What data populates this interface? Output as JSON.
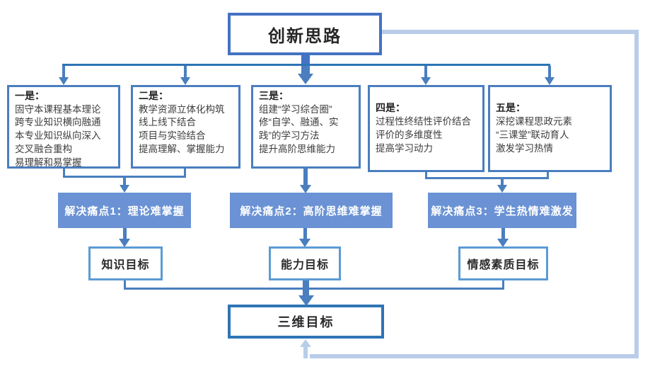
{
  "diagram": {
    "title": "创新思路",
    "strategies": [
      {
        "title": "一是：",
        "lines": [
          "固守本课程基本理论",
          "跨专业知识横向融通",
          "本专业知识纵向深入",
          "交叉融合重构",
          "易理解和易掌握"
        ]
      },
      {
        "title": "二是：",
        "lines": [
          "教学资源立体化构筑",
          "线上线下结合",
          "项目与实验结合",
          "提高理解、掌握能力"
        ]
      },
      {
        "title": "三是：",
        "lines": [
          "组建“学习综合圈”",
          "修“自学、融通、实践”的学习方法",
          "提升高阶思维能力"
        ]
      },
      {
        "title": "四是：",
        "lines": [
          "过程性终结性评价结合",
          "评价的多维度性",
          "提高学习动力"
        ]
      },
      {
        "title": "五是：",
        "lines": [
          "深挖课程思政元素",
          "“三课堂”联动育人",
          "激发学习热情"
        ]
      }
    ],
    "pain_points": [
      "解决痛点1：理论难掌握",
      "解决痛点2：高阶思维难掌握",
      "解决痛点3：学生热情难激发"
    ],
    "goals": [
      "知识目标",
      "能力目标",
      "情感素质目标"
    ],
    "final_goal": "三维目标",
    "colors": {
      "box_border_blue": "#4a7ebf",
      "title_border_blue": "#4472c4",
      "dark_blue": "#2e75b6",
      "pain_fill_blue": "#6a92d4",
      "goal_border_blue": "#5b9bd5",
      "feedback_light_blue": "#b9cde9"
    }
  }
}
